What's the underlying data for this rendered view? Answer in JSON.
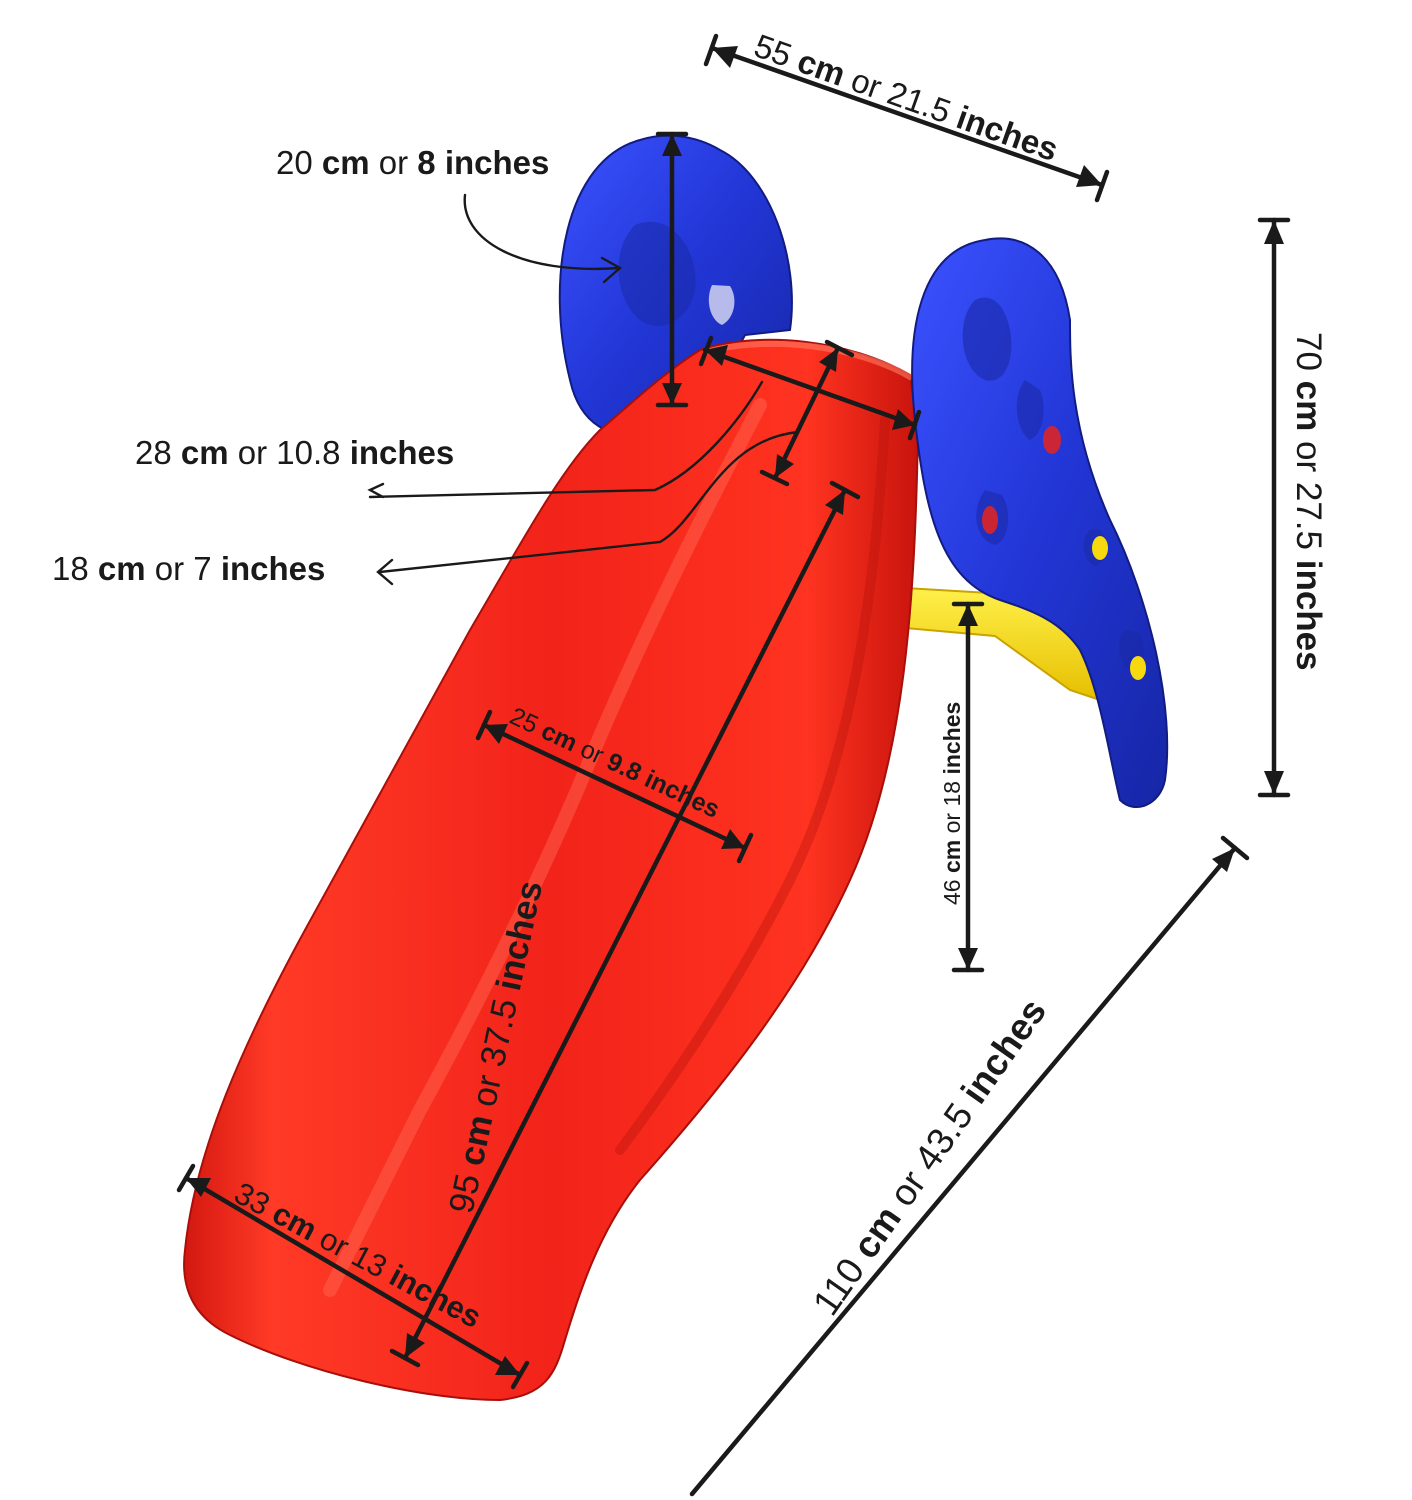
{
  "colors": {
    "slide_red": "#f2231a",
    "slide_red_dark": "#c8140d",
    "handle_blue": "#2236d6",
    "handle_blue_dark": "#15208f",
    "step_yellow": "#f6d90f",
    "ink": "#1a1a1a",
    "background": "#ffffff"
  },
  "dimensions": {
    "top_width": {
      "value_cm": "55",
      "cm": "cm",
      "or": "or",
      "value_in": "21.5",
      "in": "inches"
    },
    "handle_height": {
      "value_cm": "20",
      "cm": "cm",
      "or": "or",
      "value_in": "8",
      "in": "inches"
    },
    "total_height": {
      "value_cm": "70",
      "cm": "cm",
      "or": "or",
      "value_in": "27.5",
      "in": "inches"
    },
    "platform_width": {
      "value_cm": "28",
      "cm": "cm",
      "or": "or",
      "value_in": "10.8",
      "in": "inches"
    },
    "platform_depth": {
      "value_cm": "18",
      "cm": "cm",
      "or": "or",
      "value_in": "7",
      "in": "inches"
    },
    "slide_width_mid": {
      "value_cm": "25",
      "cm": "cm",
      "or": "or",
      "value_in": "9.8",
      "in": "inches"
    },
    "step_height": {
      "value_cm": "46",
      "cm": "cm",
      "or": "or",
      "value_in": "18",
      "in": "inches"
    },
    "slide_length": {
      "value_cm": "95",
      "cm": "cm",
      "or": "or",
      "value_in": "37.5",
      "in": "inches"
    },
    "slide_width_end": {
      "value_cm": "33",
      "cm": "cm",
      "or": "or",
      "value_in": "13",
      "in": "inches"
    },
    "total_length": {
      "value_cm": "110",
      "cm": "cm",
      "or": "or",
      "value_in": "43.5",
      "in": "inches"
    }
  }
}
